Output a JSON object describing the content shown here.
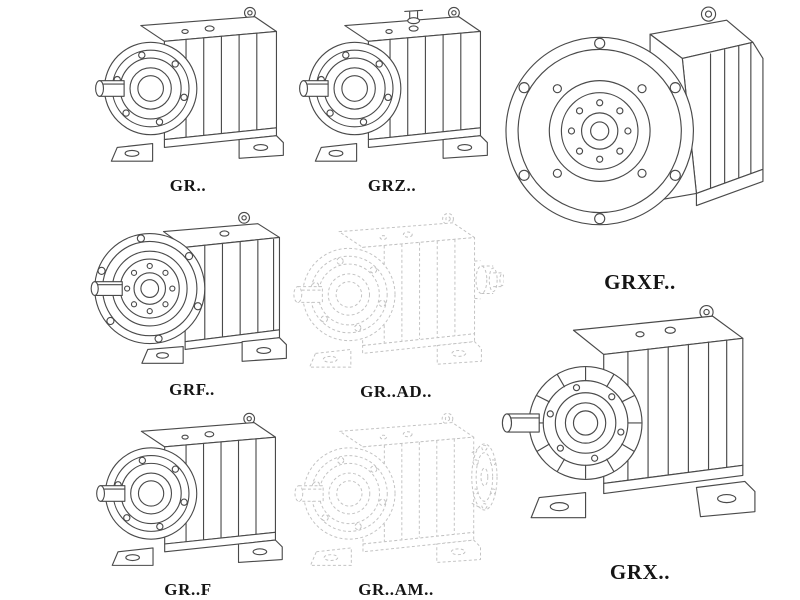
{
  "page": {
    "background": "#ffffff",
    "description": "Gear reducer product family line-drawing catalog grid"
  },
  "colors": {
    "line": "#4a4a4a",
    "ghost_line": "#c2c2c2",
    "label": "#151515",
    "background": "#ffffff"
  },
  "catalog": {
    "items": [
      {
        "id": "gr",
        "label": "GR..",
        "drawing": "helical-gearbox-foot-mounted"
      },
      {
        "id": "grz",
        "label": "GRZ..",
        "drawing": "helical-gearbox-foot-mounted-breather"
      },
      {
        "id": "grxf",
        "label": "GRXF..",
        "drawing": "single-stage-helical-gearbox-flange-mounted"
      },
      {
        "id": "grf",
        "label": "GRF..",
        "drawing": "helical-gearbox-flange-with-feet"
      },
      {
        "id": "gr-ad",
        "label": "GR..AD..",
        "drawing": "helical-gearbox-input-shaft-adapter-ghost"
      },
      {
        "id": "gr-f",
        "label": "GR..F",
        "drawing": "helical-gearbox-foot-mounted"
      },
      {
        "id": "gr-am",
        "label": "GR..AM..",
        "drawing": "helical-gearbox-motor-adapter-flange-ghost"
      },
      {
        "id": "grx",
        "label": "GRX..",
        "drawing": "single-stage-helical-gearbox-foot-mounted"
      }
    ]
  }
}
